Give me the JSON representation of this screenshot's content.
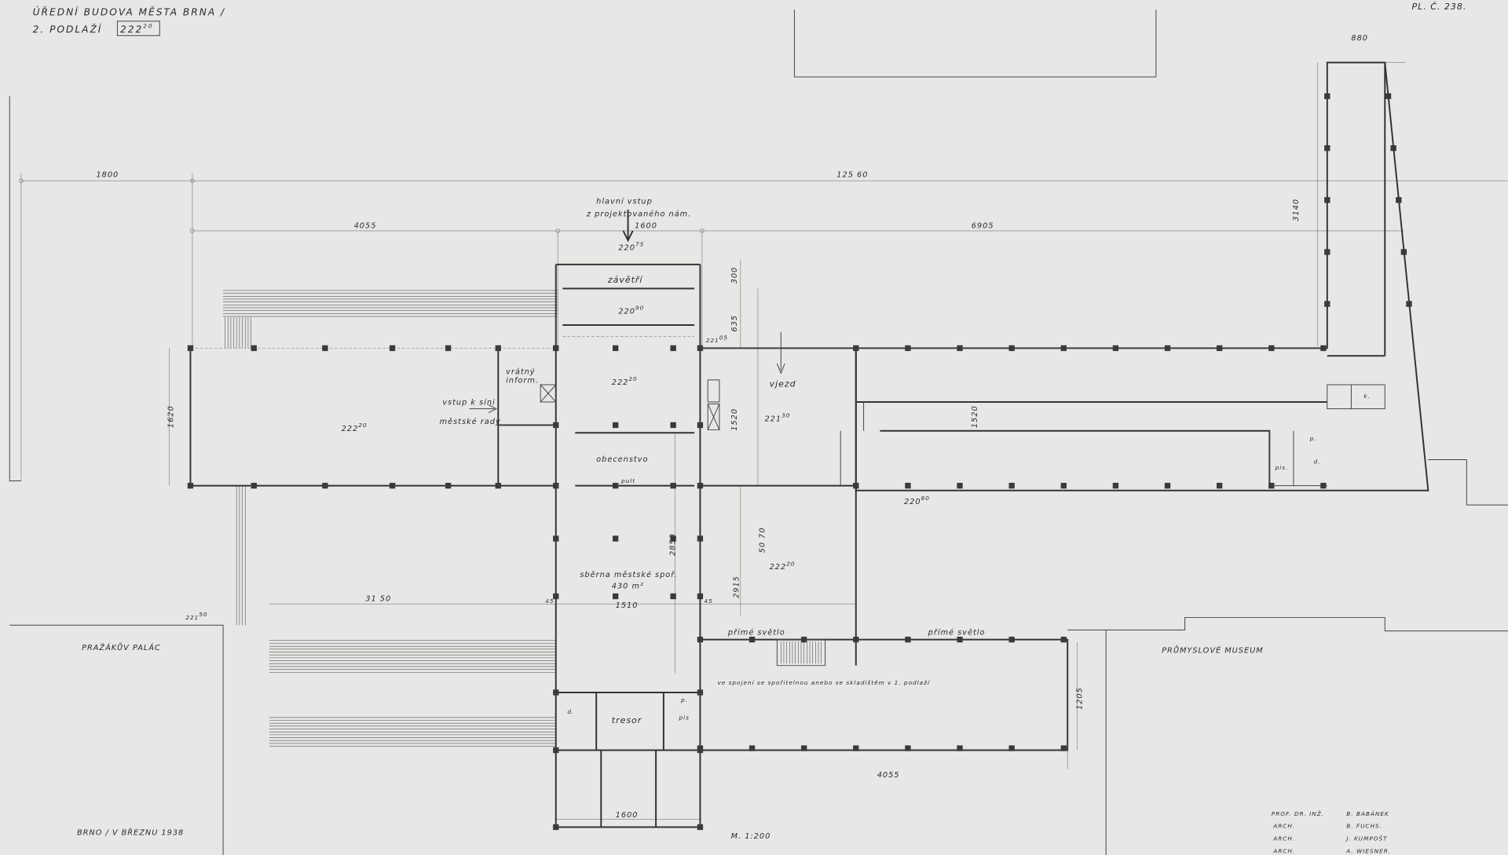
{
  "title": {
    "line1": "ÚŘEDNÍ BUDOVA MĚSTA BRNA /",
    "line2": "2. PODLAŽÍ",
    "level_main": "222",
    "level_sup": "20",
    "sheet_no": "PL. Č. 238."
  },
  "dimensions": {
    "d1800": "1800",
    "d12560": "125 60",
    "d4055_top": "4055",
    "d1600_top": "1600",
    "d6905": "6905",
    "d880": "880",
    "d3140": "3140",
    "d1620": "1620",
    "d300": "300",
    "d635": "635",
    "d1520_a": "1520",
    "d1520_b": "1520",
    "d5070": "50 70",
    "d2850": "2850",
    "d2915": "2915",
    "d3150": "31 50",
    "d1510": "1510",
    "d45_a": "45",
    "d45_b": "45",
    "d1205": "1205",
    "d4055_bottom": "4055",
    "d1600_bottom": "1600"
  },
  "elevations": [
    {
      "main": "220",
      "sup": "75"
    },
    {
      "main": "220",
      "sup": "90"
    },
    {
      "main": "221",
      "sup": "05"
    },
    {
      "main": "222",
      "sup": "20"
    },
    {
      "main": "221",
      "sup": "30"
    },
    {
      "main": "222",
      "sup": "20"
    },
    {
      "main": "220",
      "sup": "60"
    },
    {
      "main": "221",
      "sup": "50"
    },
    {
      "main": "222",
      "sup": "20"
    }
  ],
  "rooms": {
    "main_entrance_1": "hlavní vstup",
    "main_entrance_2": "z projektovaného nám.",
    "zaveti": "závětří",
    "vratny_1": "vrátný",
    "vratny_2": "inform.",
    "council_1": "vstup k síni",
    "council_2": "městské rady",
    "obecenstvo": "obecenstvo",
    "pult": "pult",
    "vjezd": "vjezd",
    "sberna_1": "sběrna městské spoř.",
    "sberna_2": "430 m²",
    "prime_svetlo_1": "přímé světlo",
    "prime_svetlo_2": "přímé světlo",
    "connection_note": "ve spojení se spořitelnou anebo se skladištěm v 1. podlaží",
    "tresor": "tresor",
    "d_left": "d.",
    "p_bottom": "p.",
    "pis_bottom": "pis",
    "k_right": "k.",
    "p_right": "p.",
    "d_right": "d.",
    "pis_right": "pis."
  },
  "neighbours": {
    "left": "PRAŽÁKŮV PALÁC",
    "right": "PRŮMYSLOVÉ MUSEUM"
  },
  "footer": {
    "place_date": "BRNO / V BŘEZNU 1938",
    "scale": "M. 1:200",
    "authors": [
      {
        "role": "PROF. DR. INŽ.",
        "name": "B. BABÁNEK"
      },
      {
        "role": "ARCH.",
        "name": "B. FUCHS."
      },
      {
        "role": "ARCH.",
        "name": "J. KUMPOŠT"
      },
      {
        "role": "ARCH.",
        "name": "A. WIESNER."
      }
    ]
  }
}
